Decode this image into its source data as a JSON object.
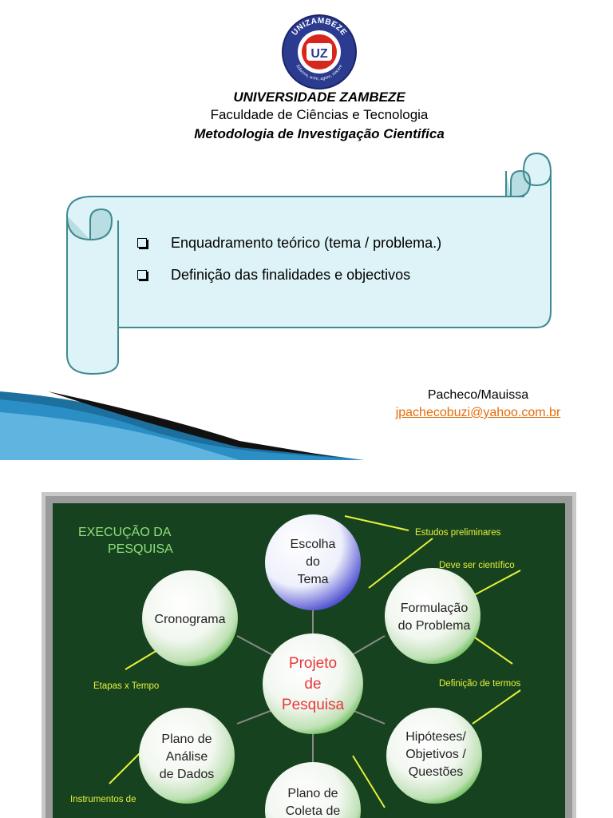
{
  "slide1": {
    "logo": {
      "arc_text": "UNIZAMBEZE",
      "monogram": "UZ",
      "motto": "Educere, scire, agere, vincere",
      "colors": {
        "ring": "#2b3b8f",
        "center": "#d7261e",
        "outline": "#1a2466"
      }
    },
    "university": "UNIVERSIDADE ZAMBEZE",
    "faculty": "Faculdade de Ciências e Tecnologia",
    "course": "Metodologia de Investigação Cientifica",
    "bullets": [
      "Enquadramento teórico (tema / problema.)",
      "Definição das finalidades e objectivos"
    ],
    "author": "Pacheco/Mauissa",
    "email": "jpachecobuzi@yahoo.com.br",
    "colors": {
      "scroll_fill": "#ddf3f7",
      "scroll_outline": "#3d8a8f",
      "email": "#e46c0a"
    }
  },
  "slide2": {
    "title_line1": "EXECUÇÃO DA",
    "title_line2": "PESQUISA",
    "center": {
      "lines": [
        "Projeto",
        "de",
        "Pesquisa"
      ]
    },
    "nodes": [
      {
        "id": "escolha",
        "lines": [
          "Escolha",
          "do",
          "Tema"
        ]
      },
      {
        "id": "formulacao",
        "lines": [
          "Formulação",
          "do Problema"
        ]
      },
      {
        "id": "cronograma",
        "lines": [
          "Cronograma"
        ]
      },
      {
        "id": "hipoteses",
        "lines": [
          "Hipóteses/",
          "Objetivos /",
          "Questões"
        ]
      },
      {
        "id": "plano-analise",
        "lines": [
          "Plano de",
          "Análise",
          "de Dados"
        ]
      },
      {
        "id": "plano-coleta",
        "lines": [
          "Plano de",
          "Coleta de"
        ]
      }
    ],
    "annotations": [
      "Estudos preliminares",
      "Deve ser científico",
      "Definição de termos",
      "Etapas x Tempo",
      "Instrumentos de"
    ],
    "colors": {
      "board": "#17421f",
      "frame": "#a8a8a8",
      "title": "#8fe07a",
      "annotation": "#e4f23a",
      "center_text": "#e8383a"
    }
  }
}
